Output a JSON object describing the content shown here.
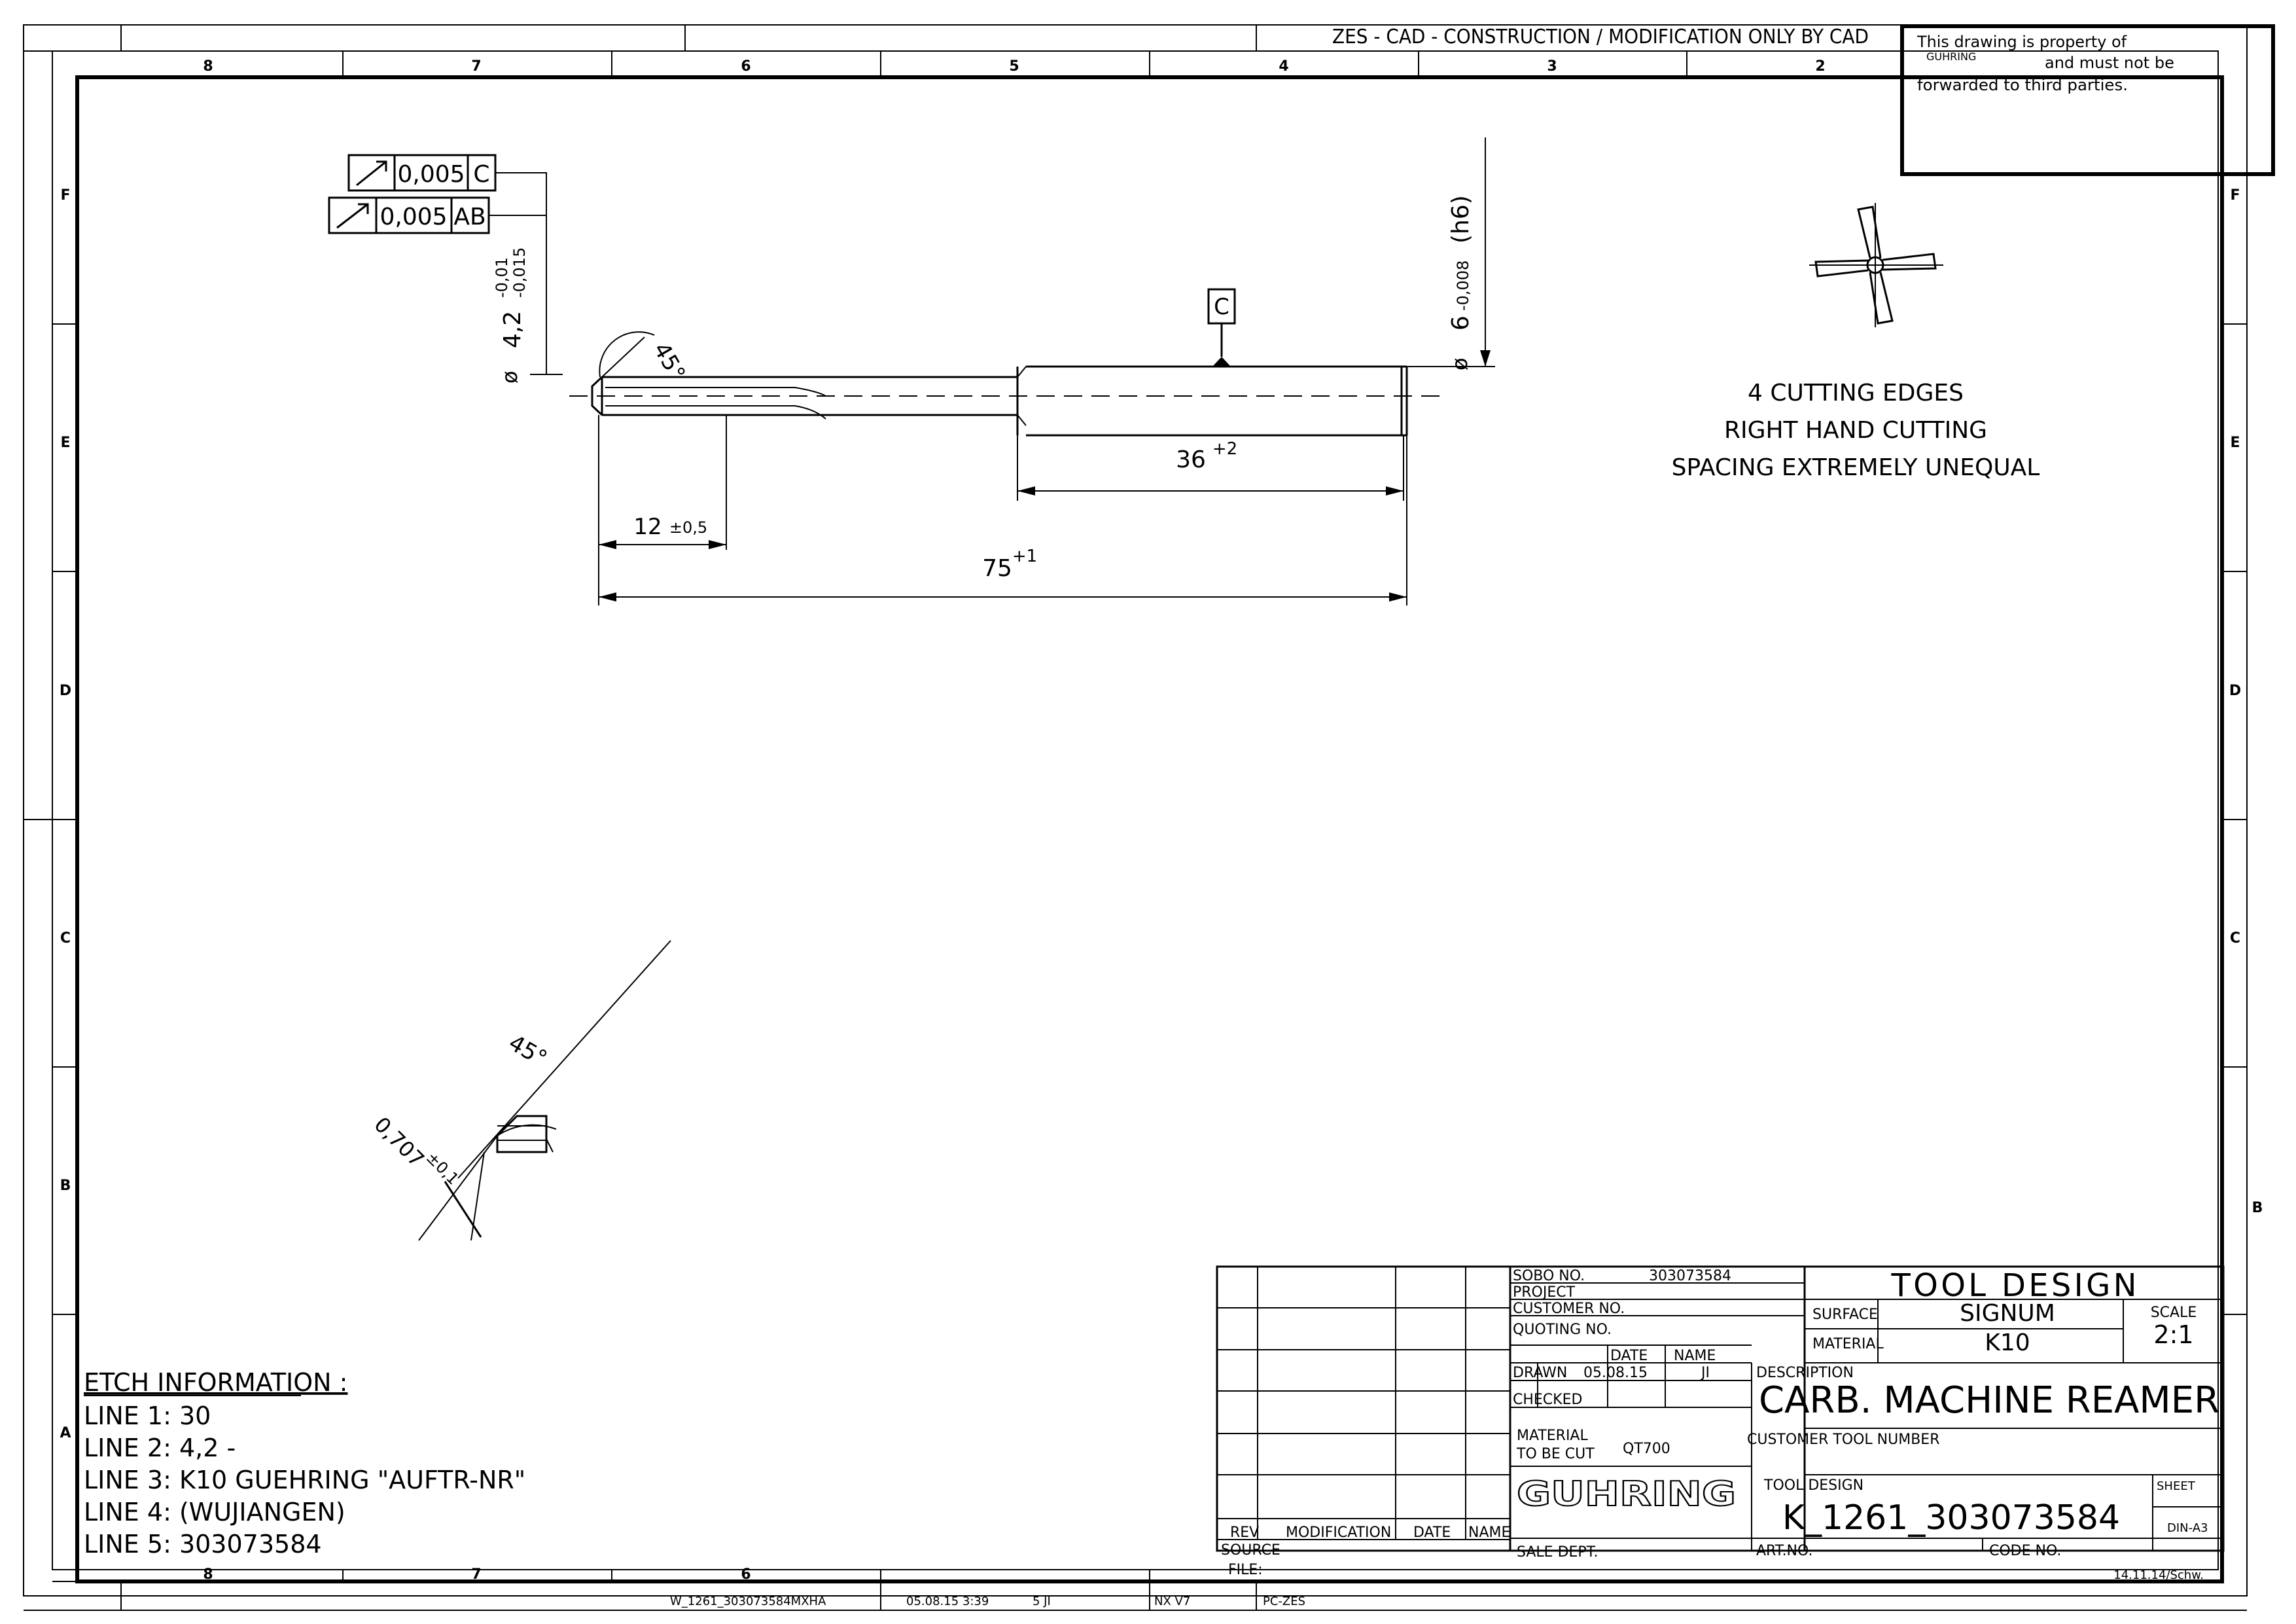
{
  "header": {
    "cad_notice": "ZES - CAD - CONSTRUCTION / MODIFICATION ONLY BY CAD",
    "property_line1": "This drawing is property of",
    "property_company": "GUHRING",
    "property_line1b": "and must not be",
    "property_line2": "forwarded to third parties."
  },
  "zones": {
    "columns": [
      "8",
      "7",
      "6",
      "5",
      "4",
      "3",
      "2"
    ],
    "bottom_columns": [
      "8",
      "7",
      "6"
    ],
    "rows": [
      "F",
      "E",
      "D",
      "C",
      "B",
      "A"
    ],
    "right_rows": [
      "F",
      "E",
      "D",
      "C",
      "B"
    ]
  },
  "tolerance_frames": [
    {
      "symbol": "runout",
      "value": "0,005",
      "datum": "C"
    },
    {
      "symbol": "runout",
      "value": "0,005",
      "datum": "AB"
    }
  ],
  "dimensions": {
    "d1_symbol": "ø",
    "d1_value": "4,2",
    "d1_upper": "-0,01",
    "d1_lower": "-0,015",
    "chamfer_angle": "45°",
    "d2_symbol": "ø",
    "d2_value": "6",
    "d2_tol": "-0,008",
    "d2_fit": "(h6)",
    "datum_c": "C",
    "shank_len": "36",
    "shank_tol": "+2",
    "flute_len": "12",
    "flute_tol": "±0,5",
    "total_len": "75",
    "total_tol": "+1",
    "detail_angle": "45°",
    "detail_chamfer": "0,707",
    "detail_chamfer_tol": "±0,1"
  },
  "notes": {
    "line1": "4 CUTTING EDGES",
    "line2": "RIGHT HAND CUTTING",
    "line3": "SPACING EXTREMELY UNEQUAL"
  },
  "etch": {
    "title": "ETCH INFORMATION :",
    "lines": [
      "LINE 1: 30",
      "LINE 2: 4,2 -",
      "LINE 3: K10 GUEHRING \"AUFTR-NR\"",
      "LINE 4: (WUJIANGEN)",
      "LINE 5: 303073584"
    ]
  },
  "title_block": {
    "rev_headers": {
      "rev": "REV",
      "modification": "MODIFICATION",
      "date": "DATE",
      "name": "NAME"
    },
    "source_label": "SOURCE",
    "file_label": "FILE:",
    "sobo_label": "SOBO NO.",
    "sobo_value": "303073584",
    "project_label": "PROJECT",
    "customer_no_label": "CUSTOMER NO.",
    "quoting_label": "QUOTING NO.",
    "date_header": "DATE",
    "name_header": "NAME",
    "drawn_label": "DRAWN",
    "drawn_date": "05.08.15",
    "drawn_name": "JI",
    "checked_label": "CHECKED",
    "material_cut_label1": "MATERIAL",
    "material_cut_label2": "TO BE CUT",
    "material_cut_value": "QT700",
    "logo": "GUHRING",
    "sale_dept_label": "SALE DEPT.",
    "tool_design_title": "TOOL DESIGN",
    "surface_label": "SURFACE",
    "surface_value": "SIGNUM",
    "material_label": "MATERIAL",
    "material_value": "K10",
    "scale_label": "SCALE",
    "scale_value": "2:1",
    "description_label": "DESCRIPTION",
    "description_value": "CARB. MACHINE REAMER",
    "customer_tool_label": "CUSTOMER TOOL NUMBER",
    "tool_design_label": "TOOL DESIGN",
    "tool_design_value": "K_1261_303073584",
    "sheet_label": "SHEET",
    "format_value": "DIN-A3",
    "art_no_label": "ART.NO.",
    "code_no_label": "CODE NO.",
    "template_ref": "14.11.14/Schw."
  },
  "footer": {
    "file_name": "W_1261_303073584MXHA",
    "date_time": "05.08.15  3:39",
    "user": "5  JI",
    "software": "NX V7",
    "station": "PC-ZES"
  }
}
